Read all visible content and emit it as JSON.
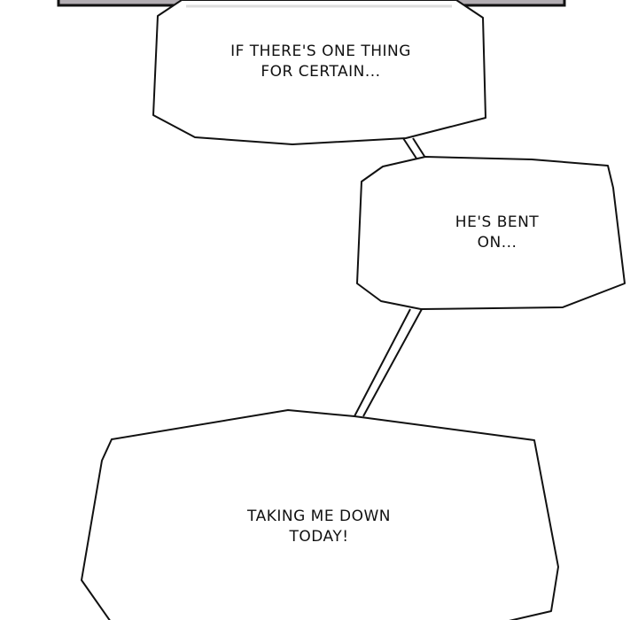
{
  "bubbles": [
    {
      "lines": [
        "IF THERE'S ONE THING",
        "FOR CERTAIN..."
      ]
    },
    {
      "lines": [
        "HE'S BENT",
        "ON..."
      ]
    },
    {
      "lines": [
        "TAKING ME DOWN",
        "TODAY!"
      ]
    }
  ],
  "colors": {
    "panel_fill": "#b3aeb3",
    "ink": "#111111"
  }
}
